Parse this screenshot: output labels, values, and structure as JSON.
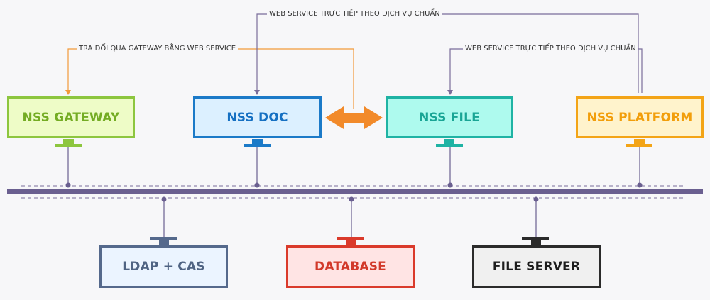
{
  "annotations": {
    "gateway_exchange": "TRA ĐỔI QUA GATEWAY BẰNG WEB SERVICE",
    "doc_direct": "WEB SERVICE TRỰC TIẾP THEO DỊCH VỤ CHUẨN",
    "file_direct": "WEB SERVICE TRỰC TIẾP THEO DỊCH VỤ CHUẨN"
  },
  "top_nodes": {
    "gateway": {
      "label": "NSS GATEWAY",
      "color": "#8dc63f",
      "fill": "#eefcc7",
      "text": "#74ac23"
    },
    "doc": {
      "label": "NSS DOC",
      "color": "#1b7ac8",
      "fill": "#dcf0ff",
      "text": "#1670c2"
    },
    "file": {
      "label": "NSS FILE",
      "color": "#1fb3a4",
      "fill": "#aefaee",
      "text": "#19a595"
    },
    "platform": {
      "label": "NSS PLATFORM",
      "color": "#f3a417",
      "fill": "#fff3cc",
      "text": "#f29e0b"
    }
  },
  "bottom_nodes": {
    "ldap": {
      "label": "LDAP + CAS",
      "color": "#55698c",
      "fill": "#ebf4ff",
      "text": "#4f6383"
    },
    "database": {
      "label": "DATABASE",
      "color": "#da3a2b",
      "fill": "#ffe4e4",
      "text": "#d2392a"
    },
    "file_server": {
      "label": "FILE SERVER",
      "color": "#2b2b2b",
      "fill": "#f0f0f0",
      "text": "#1c1c1c"
    }
  },
  "colors": {
    "bus": "#6a5f90",
    "connector": "#7a6d9a",
    "orange_line": "#f39a3a",
    "double_arrow": "#f28a2a"
  }
}
